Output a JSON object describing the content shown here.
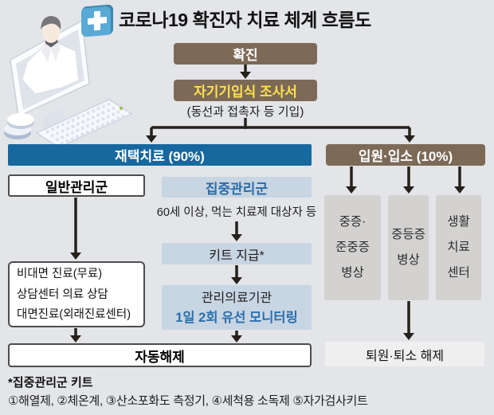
{
  "header": {
    "title_prefix": "코로나19",
    "title_main": " 확진자 치료 체계 흐름도"
  },
  "icons": {
    "medical_cross": "medical-cross-icon",
    "illustration": "doctor-telemedicine-illustration"
  },
  "flow": {
    "confirmed": "확진",
    "survey": "자기기입식 조사서",
    "survey_caption": "(동선과 접촉자 등 기입)",
    "home_care": "재택치료 (90%)",
    "admission": "입원·입소 (10%)",
    "general_group": "일반관리군",
    "intensive_group": "집중관리군",
    "intensive_caption": "60세 이상, 먹는 치료제 대상자 등",
    "kit": "키트 지급*",
    "agency_line1": "관리의료기관",
    "agency_line2": "1일 2회 유선 모니터링",
    "general_care_lines": [
      "비대면 진료(무료)",
      "상담센터 의료 상담",
      "대면진료(외래진료센터)"
    ],
    "auto_release": "자동해제",
    "beds": [
      [
        "중증·",
        "준중증",
        "병상"
      ],
      [
        "중등증",
        "병상"
      ],
      [
        "생활",
        "치료",
        "센터"
      ]
    ],
    "discharge": "퇴원·퇴소 해제"
  },
  "footnote": {
    "title": "*집중관리군 키트",
    "items": "①해열제, ②체온계, ③산소포화도 측정기, ④세척용 소독제 ⑤자가검사키트"
  },
  "colors": {
    "background": "#e3e5e8",
    "brown_box": "#7c6a57",
    "blue_bar": "#16689e",
    "light_blue_box": "#c8d5e3",
    "blue_text": "#2a6ba8",
    "yellow_text": "#ffe14d",
    "gray_box": "#d3d2d1",
    "discharge_box": "#efefef",
    "arrow": "#25201b"
  }
}
